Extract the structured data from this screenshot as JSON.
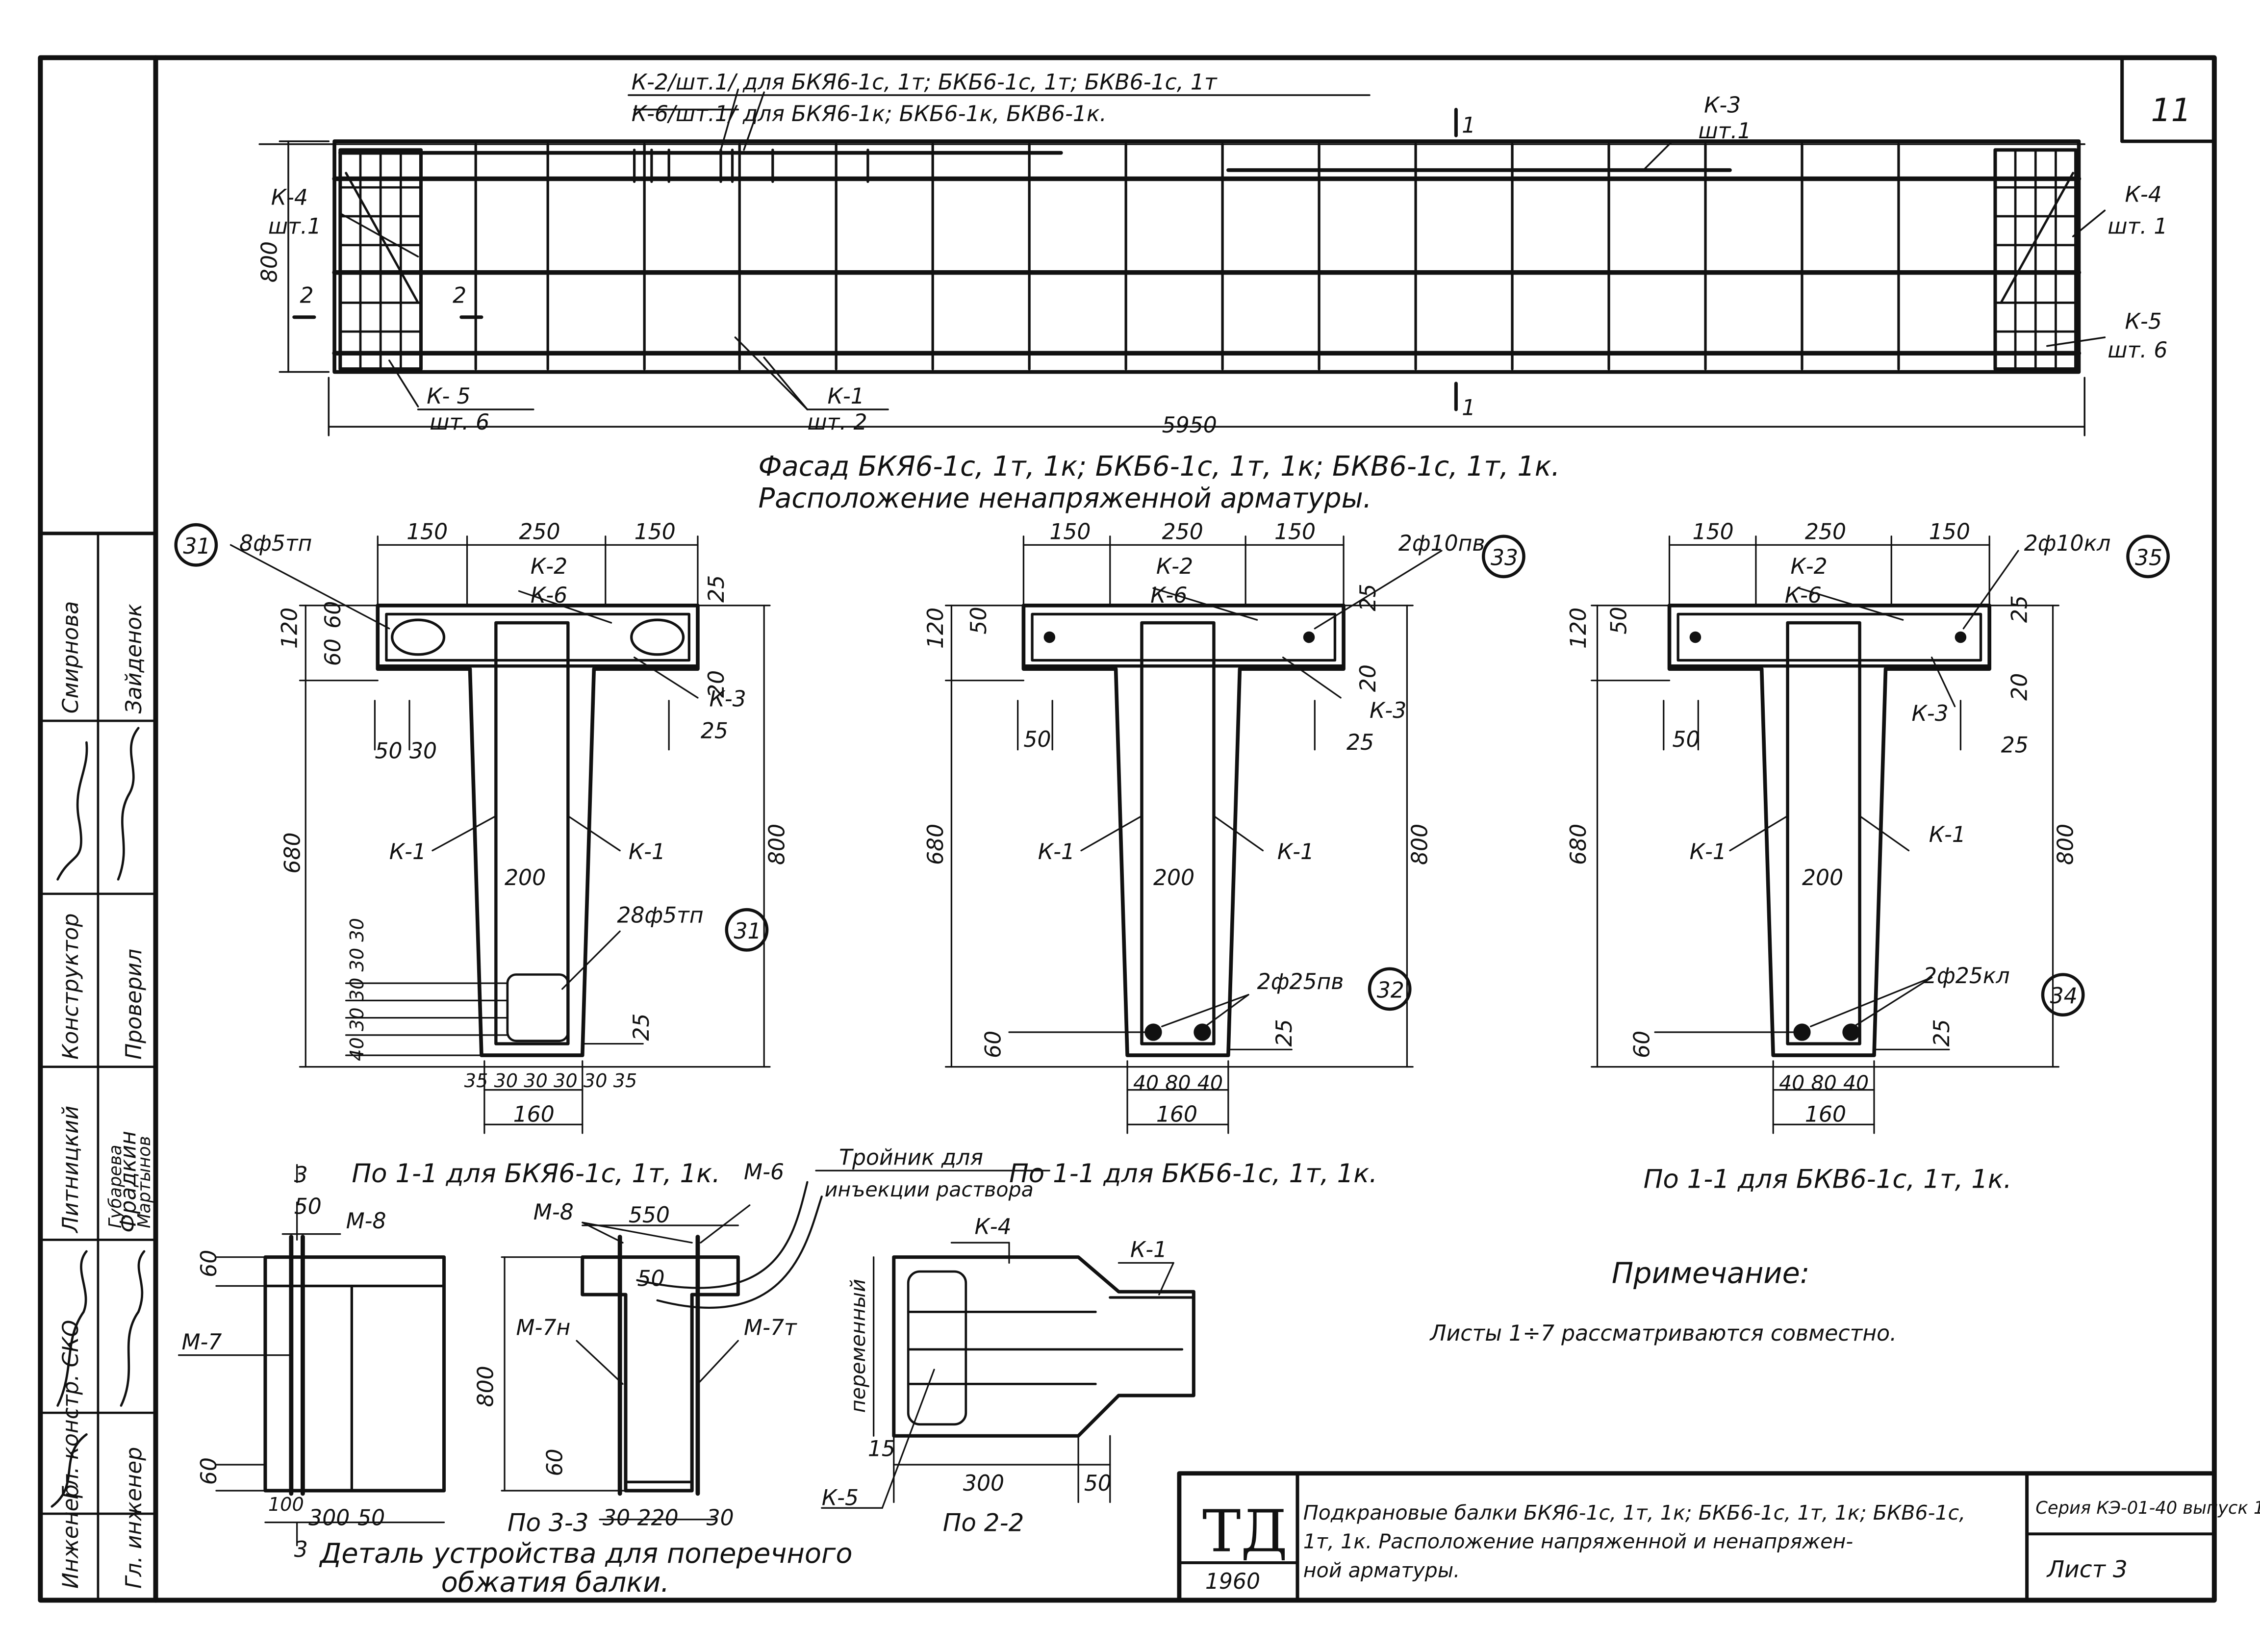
{
  "sheet": {
    "number": "11",
    "series": "Серия КЭ-01-40 выпуск 1",
    "sheet_label": "Лист 3",
    "org": "ТД",
    "year": "1960"
  },
  "title_block": {
    "description_lines": [
      "Подкрановые балки БКЯ6-1с, 1т, 1к; БКБ6-1с, 1т, 1к; БКВ6-1с,",
      "1т, 1к. Расположение напряженной и ненапряжен-",
      "ной арматуры."
    ]
  },
  "side_stamp": {
    "roles": [
      "Инженер",
      "Гл. констр. СКО",
      "Гл. инженер",
      "Литницкий",
      "Конструктор",
      "Проверил"
    ],
    "names": [
      "Фрадкин",
      "Губарева",
      "Мартынов",
      "Смирнова",
      "Зайденок"
    ]
  },
  "facade": {
    "header_line1": "К-2/шт.1/ для БКЯ6-1с, 1т; БКБ6-1с, 1т; БКВ6-1с, 1т",
    "header_line2": "К-6/шт.1/ для БКЯ6-1к; БКБ6-1к, БКВ6-1к.",
    "k3": "К-3",
    "k3_qty": "шт.1",
    "k4_left": "К-4",
    "k4_left_qty": "шт.1",
    "k4_right": "К-4",
    "k4_right_qty": "шт. 1",
    "k5_right": "К-5",
    "k5_right_qty": "шт. 6",
    "k5_left": "К- 5",
    "k5_left_qty": "шт. 6",
    "k1": "К-1",
    "k1_qty": "шт. 2",
    "height": "800",
    "length": "5950",
    "section_mark": "1",
    "section2_mark": "2",
    "caption1": "Фасад БКЯ6-1с, 1т, 1к; БКБ6-1с, 1т, 1к; БКВ6-1с, 1т, 1к.",
    "caption2": "Расположение ненапряженной арматуры."
  },
  "sections": [
    {
      "caption": "По 1-1 для БКЯ6-1с, 1т, 1к.",
      "top_widths": [
        "150",
        "250",
        "150"
      ],
      "top_bar": "8ф5тп",
      "top_bar_id": "31",
      "bottom_bar": "28ф5тп",
      "bottom_bar_id": "31",
      "k2": "К-2",
      "k6": "К-6",
      "k3": "К-3",
      "k1_left": "К-1",
      "k1_right": "К-1",
      "d120": "120",
      "d60a": "60",
      "d60b": "60",
      "d25a": "25",
      "d20": "20",
      "d25b": "25",
      "d50": "50",
      "d30": "30",
      "d680": "680",
      "d800": "800",
      "d200": "200",
      "bottom_stack": "40 30 30 30 30",
      "d25c": "25",
      "bottom_widths": "35 30 30 30 30 35",
      "d160": "160"
    },
    {
      "caption": "По 1-1 для БКБ6-1с, 1т, 1к.",
      "top_widths": [
        "150",
        "250",
        "150"
      ],
      "top_bar": "2ф10пв",
      "top_bar_id": "33",
      "bottom_bar": "2ф25пв",
      "bottom_bar_id": "32",
      "k2": "К-2",
      "k6": "К-6",
      "k3": "К-3",
      "k1_left": "К-1",
      "k1_right": "К-1",
      "d120": "120",
      "d50a": "50",
      "d25a": "25",
      "d20": "20",
      "d25b": "25",
      "d50b": "50",
      "d680": "680",
      "d800": "800",
      "d200": "200",
      "d60": "60",
      "d25c": "25",
      "bottom_widths": "40 80 40",
      "d160": "160"
    },
    {
      "caption": "По 1-1 для БКВ6-1с, 1т, 1к.",
      "top_widths": [
        "150",
        "250",
        "150"
      ],
      "top_bar": "2ф10кл",
      "top_bar_id": "35",
      "bottom_bar": "2ф25кл",
      "bottom_bar_id": "34",
      "k2": "К-2",
      "k6": "К-6",
      "k3": "К-3",
      "k1_left": "К-1",
      "k1_right": "К-1",
      "d120": "120",
      "d50a": "50",
      "d25a": "25",
      "d20": "20",
      "d25b": "25",
      "d50b": "50",
      "d680": "680",
      "d800": "800",
      "d200": "200",
      "d60": "60",
      "d25c": "25",
      "bottom_widths": "40 80 40",
      "d160": "160"
    }
  ],
  "detail": {
    "caption1": "Деталь устройства для поперечного",
    "caption2": "обжатия балки.",
    "tee_line1": "Тройник для",
    "tee_line2": "инъекции раствора",
    "m8a": "М-8",
    "m8b": "М-8",
    "m6": "М-6",
    "m7": "М-7",
    "m7n": "М-7н",
    "m7t": "М-7т",
    "d50a": "50",
    "d60a": "60",
    "d60b": "60",
    "d550": "550",
    "d50b": "50",
    "d800": "800",
    "d60c": "60",
    "d100": "100",
    "d300": "300",
    "d50c": "50",
    "d30a": "30",
    "d220": "220",
    "d30b": "30",
    "cut_mark": "3",
    "section_33": "По 3-3",
    "section_22": "По 2-2",
    "k4": "К-4",
    "k1": "К-1",
    "k5": "К-5",
    "variable": "переменный",
    "d15": "15",
    "d300b": "300",
    "d50d": "50"
  },
  "note": {
    "title": "Примечание:",
    "text": "Листы 1÷7 рассматриваются совместно."
  }
}
